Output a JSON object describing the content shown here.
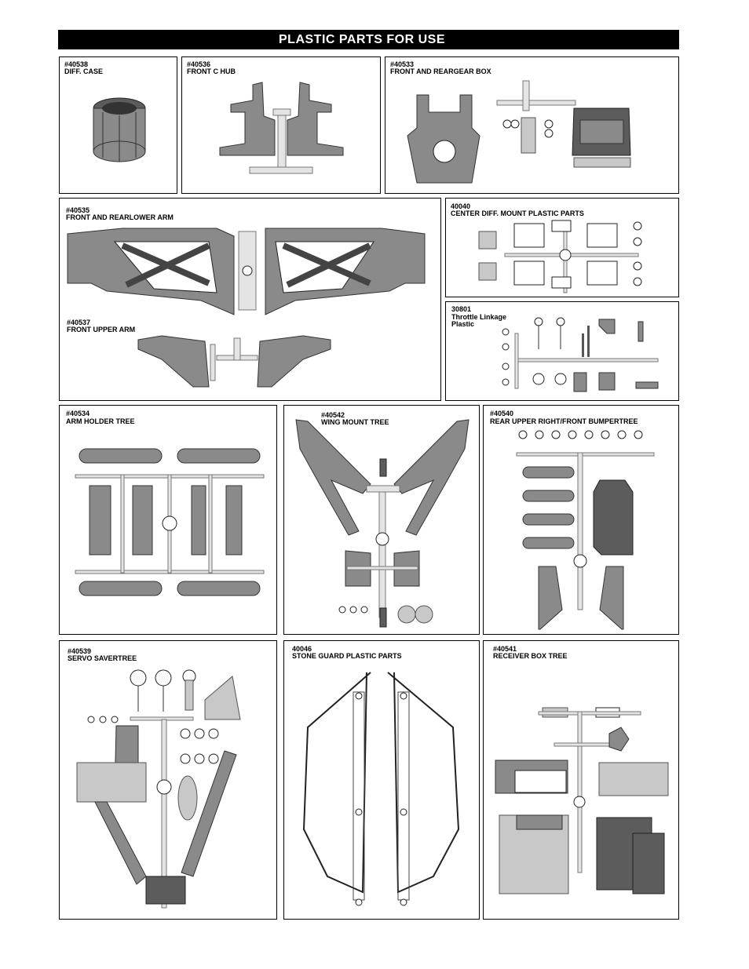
{
  "page": {
    "title": "PLASTIC PARTS FOR USE"
  },
  "parts": {
    "diff_case": {
      "code": "#40538",
      "name": "DIFF. CASE"
    },
    "front_c_hub": {
      "code": "#40536",
      "name": "FRONT C HUB"
    },
    "gear_box": {
      "code": "#40533",
      "name": "FRONT AND REARGEAR BOX"
    },
    "lower_arm": {
      "code": "#40535",
      "name": "FRONT AND REARLOWER ARM"
    },
    "upper_arm": {
      "code": "#40537",
      "name": "FRONT UPPER ARM"
    },
    "center_diff": {
      "code": "40040",
      "name": "CENTER DIFF. MOUNT PLASTIC PARTS"
    },
    "throttle": {
      "code": "30801",
      "name_line1": "Throttle Linkage",
      "name_line2": "Plastic"
    },
    "arm_holder": {
      "code": "#40534",
      "name": " ARM HOLDER  TREE"
    },
    "wing_mount": {
      "code": "#40542",
      "name": "WING MOUNT TREE"
    },
    "rear_upper": {
      "code": "#40540",
      "name": "REAR UPPER RIGHT/FRONT BUMPERTREE"
    },
    "servo_saver": {
      "code": "#40539",
      "name": "SERVO SAVERTREE"
    },
    "stone_guard": {
      "code": "40046",
      "name": "STONE GUARD PLASTIC PARTS"
    },
    "receiver_box": {
      "code": "#40541",
      "name": "RECEIVER BOX TREE"
    }
  }
}
